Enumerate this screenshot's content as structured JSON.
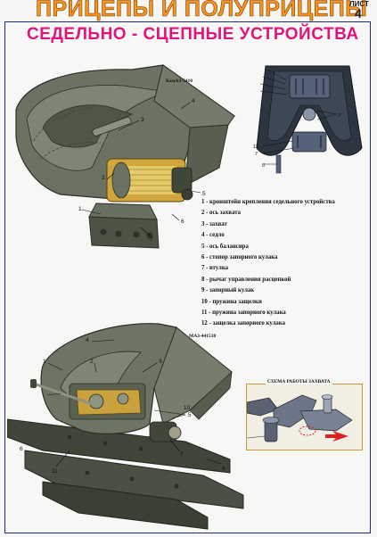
{
  "header": {
    "title": "ПРИЦЕПЫ И ПОЛУПРИЦЕПЫ",
    "sheet_label": "ЛИСТ",
    "sheet_number": "4"
  },
  "main_title": "СЕДЕЛЬНО - СЦЕПНЫЕ  УСТРОЙСТВА",
  "model_top": "КамАЗ-5410",
  "model_bottom": "МАЗ-441510",
  "scheme_title": "СХЕМА РАБОТЫ ЗАХВАТА",
  "legend": [
    "1 - кронштейн крепления седельного устройства",
    "2 - ось захвата",
    "3 - захват",
    "4 - седло",
    "5 - ось балансира",
    "6 - стопор запорного кулака",
    "7 - втулка",
    "8 - рычаг управления расцепкой",
    "9 - запорный кулак",
    "10 - пружина защелки",
    "11 - пружина запорного кулака",
    "12 - защелка запорного кулака"
  ],
  "callouts": {
    "top_main": [
      "1",
      "2",
      "3",
      "4",
      "5",
      "6",
      "7"
    ],
    "top_right": [
      "2",
      "10",
      "9",
      "12",
      "8",
      "3",
      "11",
      "7"
    ],
    "bottom_main": [
      "1",
      "2",
      "3",
      "4",
      "5",
      "6",
      "7",
      "8",
      "10",
      "11"
    ]
  },
  "colors": {
    "title_orange": "#f7941d",
    "title_magenta": "#e0157b",
    "frame_blue": "#1f2f6e",
    "metal": "#5d6352",
    "metal_light": "#7b8270",
    "brass": "#d8b24a",
    "arrow_red": "#e02020"
  }
}
